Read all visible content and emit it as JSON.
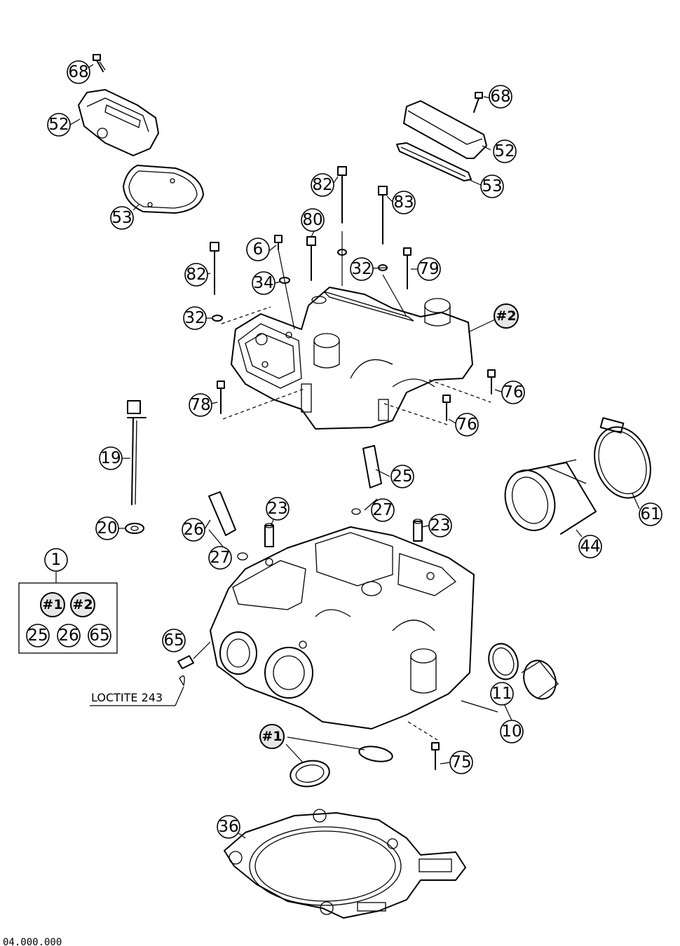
{
  "diagram": {
    "labels": {
      "c68a": "68",
      "c52a": "52",
      "c53a": "53",
      "c68b": "68",
      "c52b": "52",
      "c53b": "53",
      "c82a": "82",
      "c83": "83",
      "c80": "80",
      "c6": "6",
      "c82b": "82",
      "c34": "34",
      "c32a": "32",
      "c79": "79",
      "c32b": "32",
      "sub2a": "#2",
      "c76a": "76",
      "c78": "78",
      "c76b": "76",
      "c19": "19",
      "c25a": "25",
      "c27a": "27",
      "c61": "61",
      "c23a": "23",
      "c26a": "26",
      "c23b": "23",
      "c20": "20",
      "c44": "44",
      "c27b": "27",
      "c1": "1",
      "kit_sub1": "#1",
      "kit_sub2": "#2",
      "kit_25": "25",
      "kit_26": "26",
      "kit_65": "65",
      "c65": "65",
      "c11": "11",
      "c10": "10",
      "sub1b": "#1",
      "c75": "75",
      "c36": "36"
    },
    "loctite_note": "LOCTITE 243",
    "ref_code": "04.000.000"
  }
}
